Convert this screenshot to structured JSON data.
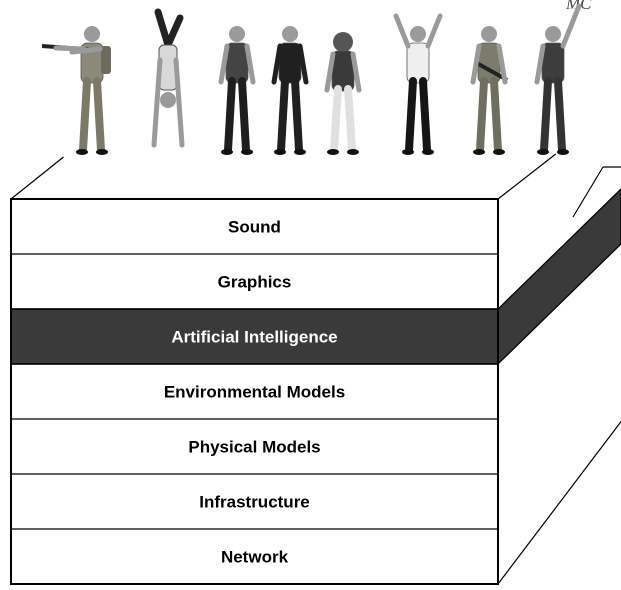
{
  "corner_text": "MC",
  "layers": [
    {
      "label": "Sound",
      "highlighted": false
    },
    {
      "label": "Graphics",
      "highlighted": false
    },
    {
      "label": "Artificial Intelligence",
      "highlighted": true
    },
    {
      "label": "Environmental Models",
      "highlighted": false
    },
    {
      "label": "Physical Models",
      "highlighted": false
    },
    {
      "label": "Infrastructure",
      "highlighted": false
    },
    {
      "label": "Network",
      "highlighted": false
    }
  ],
  "figures": [
    {
      "name": "soldier-with-rifle-figure",
      "kind": "soldier",
      "shirt": "#8a8a7a",
      "pants": "#7a7a66"
    },
    {
      "name": "handstand-figure",
      "kind": "handstand",
      "shirt": "#d8d8d8",
      "pants": "#222222"
    },
    {
      "name": "woman-figure",
      "kind": "woman",
      "shirt": "#444444",
      "pants": "#1e1e1e"
    },
    {
      "name": "businessman-figure",
      "kind": "suit",
      "shirt": "#202020",
      "pants": "#202020"
    },
    {
      "name": "football-player-figure",
      "kind": "football",
      "shirt": "#3a3a3a",
      "pants": "#e0e0e0"
    },
    {
      "name": "dancer-figure",
      "kind": "dancer",
      "shirt": "#efefef",
      "pants": "#151515"
    },
    {
      "name": "armed-soldier-figure",
      "kind": "soldier2",
      "shirt": "#7c7c6c",
      "pants": "#6f6f60"
    },
    {
      "name": "waving-man-figure",
      "kind": "waving",
      "shirt": "#3d3d3d",
      "pants": "#333333"
    }
  ],
  "colors": {
    "highlight_fill": "#3a3a3a",
    "highlight_text": "#ffffff",
    "normal_text": "#000000",
    "border": "#000000"
  }
}
